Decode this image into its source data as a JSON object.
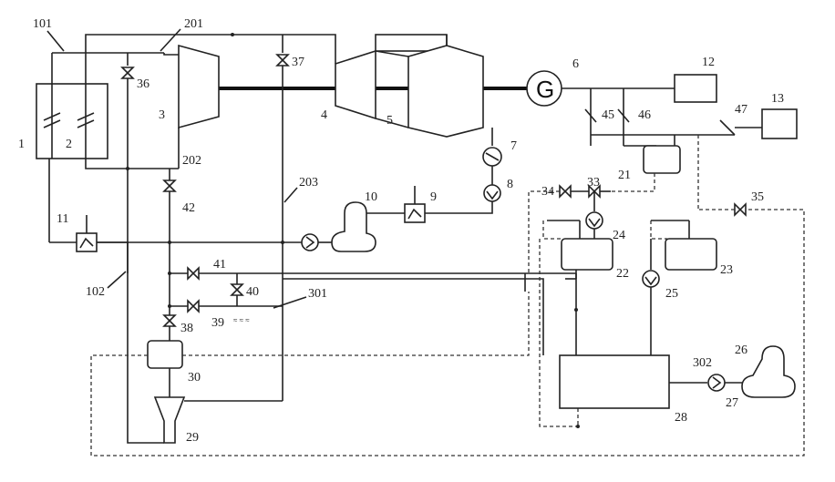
{
  "labels": {
    "l101": "101",
    "l201": "201",
    "l202": "202",
    "l203": "203",
    "l102": "102",
    "l301": "301",
    "l302": "302",
    "l1": "1",
    "l2": "2",
    "l3": "3",
    "l4": "4",
    "l5": "5",
    "l6": "6",
    "l7": "7",
    "l8": "8",
    "l9": "9",
    "l10": "10",
    "l11": "11",
    "l12": "12",
    "l13": "13",
    "l21": "21",
    "l22": "22",
    "l23": "23",
    "l24": "24",
    "l25": "25",
    "l26": "26",
    "l27": "27",
    "l28": "28",
    "l29": "29",
    "l30": "30",
    "l33": "33",
    "l34": "34",
    "l35": "35",
    "l36": "36",
    "l37": "37",
    "l38": "38",
    "l39": "39",
    "l40": "40",
    "l41": "41",
    "l42": "42",
    "l45": "45",
    "l46": "46",
    "l47": "47"
  },
  "generator_symbol": "G"
}
